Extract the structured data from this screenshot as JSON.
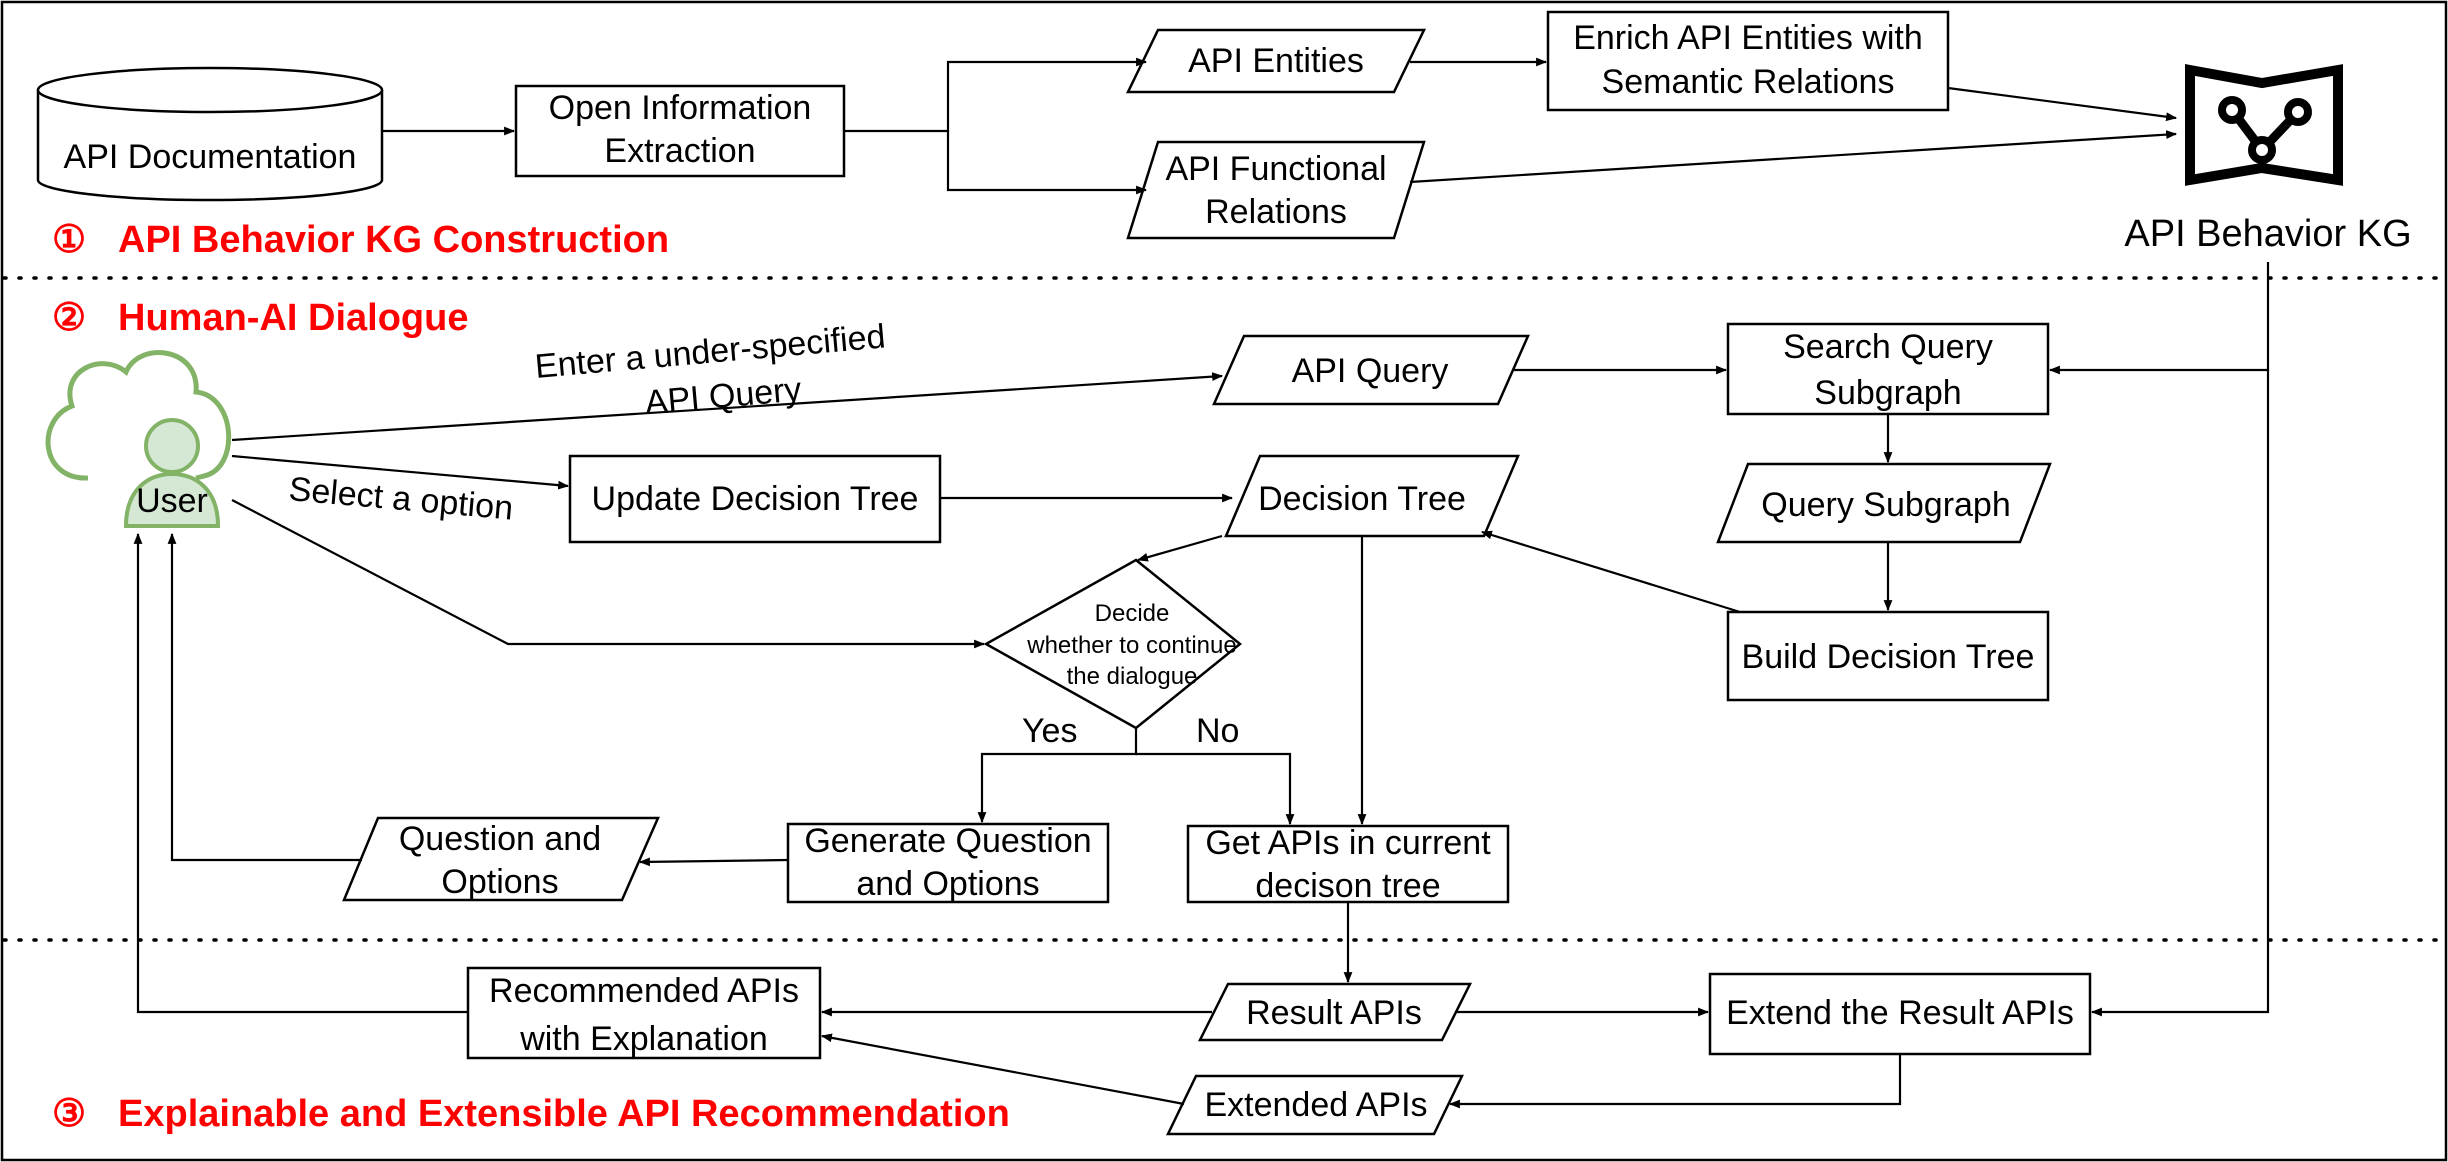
{
  "sections": {
    "s1": {
      "num": "①",
      "title": "API Behavior KG Construction"
    },
    "s2": {
      "num": "②",
      "title": "Human-AI Dialogue"
    },
    "s3": {
      "num": "③",
      "title": "Explainable and Extensible API Recommendation"
    }
  },
  "nodes": {
    "api_documentation": "API Documentation",
    "open_ie": [
      "Open Information",
      "Extraction"
    ],
    "api_entities": "API Entities",
    "api_functional_relations": [
      "API Functional",
      "Relations"
    ],
    "enrich": [
      "Enrich API Entities with",
      "Semantic Relations"
    ],
    "api_behavior_kg": "API Behavior KG",
    "user": "User",
    "api_query": "API Query",
    "search_query_subgraph": [
      "Search Query",
      "Subgraph"
    ],
    "query_subgraph": "Query Subgraph",
    "update_decision_tree": "Update Decision Tree",
    "decision_tree": "Decision Tree",
    "build_decision_tree": "Build Decision Tree",
    "decide": [
      "Decide",
      "whether to continue",
      "the dialogue"
    ],
    "generate_question": [
      "Generate Question",
      "and Options"
    ],
    "question_options": [
      "Question and",
      "Options"
    ],
    "get_apis": [
      "Get APIs in current",
      "decison tree"
    ],
    "result_apis": "Result APIs",
    "extend_result": "Extend the Result APIs",
    "extended_apis": "Extended APIs",
    "recommended_apis": [
      "Recommended APIs",
      "with Explanation"
    ]
  },
  "edge_labels": {
    "enter_query": [
      "Enter  a under-specified",
      "API Query"
    ],
    "select_option": "Select a option",
    "yes": "Yes",
    "no": "No"
  },
  "colors": {
    "section_title": "#ff0000",
    "user_icon": "#82b366",
    "user_fill": "#d5e8d4"
  },
  "icons": {
    "kg_icon": "knowledge-graph-map-icon",
    "user_icon": "cloud-user-icon"
  }
}
